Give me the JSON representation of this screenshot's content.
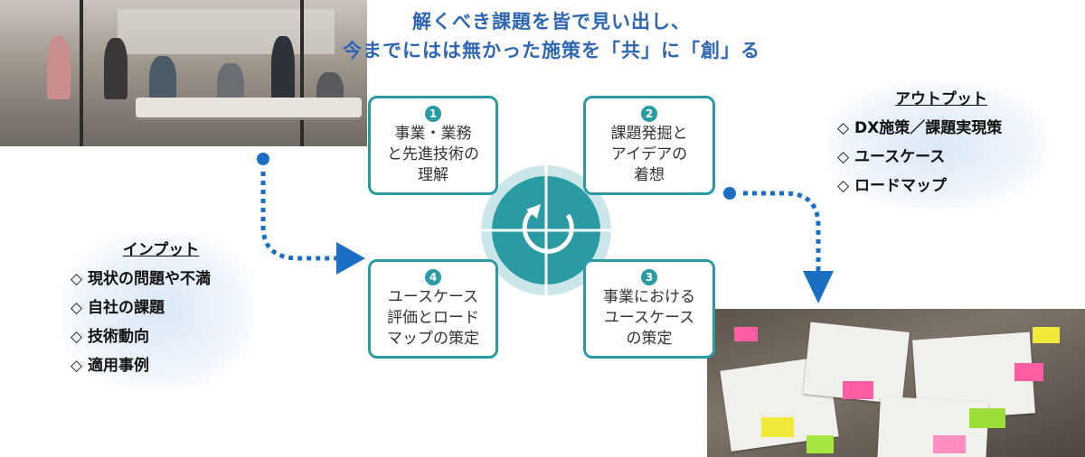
{
  "headline": {
    "line1": "解くべき課題を皆で見い出し、",
    "line2": "今までにはは無かった施策を「共」に「創」る"
  },
  "steps": [
    {
      "num": "1",
      "text": "事業・業務\nと先進技術の\n理解"
    },
    {
      "num": "2",
      "text": "課題発掘と\nアイデアの\n着想"
    },
    {
      "num": "3",
      "text": "事業における\nユースケース\nの策定"
    },
    {
      "num": "4",
      "text": "ユースケース\n評価とロード\nマップの策定"
    }
  ],
  "input": {
    "title": "インプット",
    "items": [
      "◇ 現状の問題や不満",
      "◇ 自社の課題",
      "◇ 技術動向",
      "◇ 適用事例"
    ]
  },
  "output": {
    "title": "アウトプット",
    "items": [
      "◇ DX施策／課題実現策",
      "◇ ユースケース",
      "◇ ロードマップ"
    ]
  },
  "colors": {
    "teal": "#2a9aa3",
    "arrow_blue": "#1a6fc4",
    "headline_blue": "#2f66b3"
  }
}
